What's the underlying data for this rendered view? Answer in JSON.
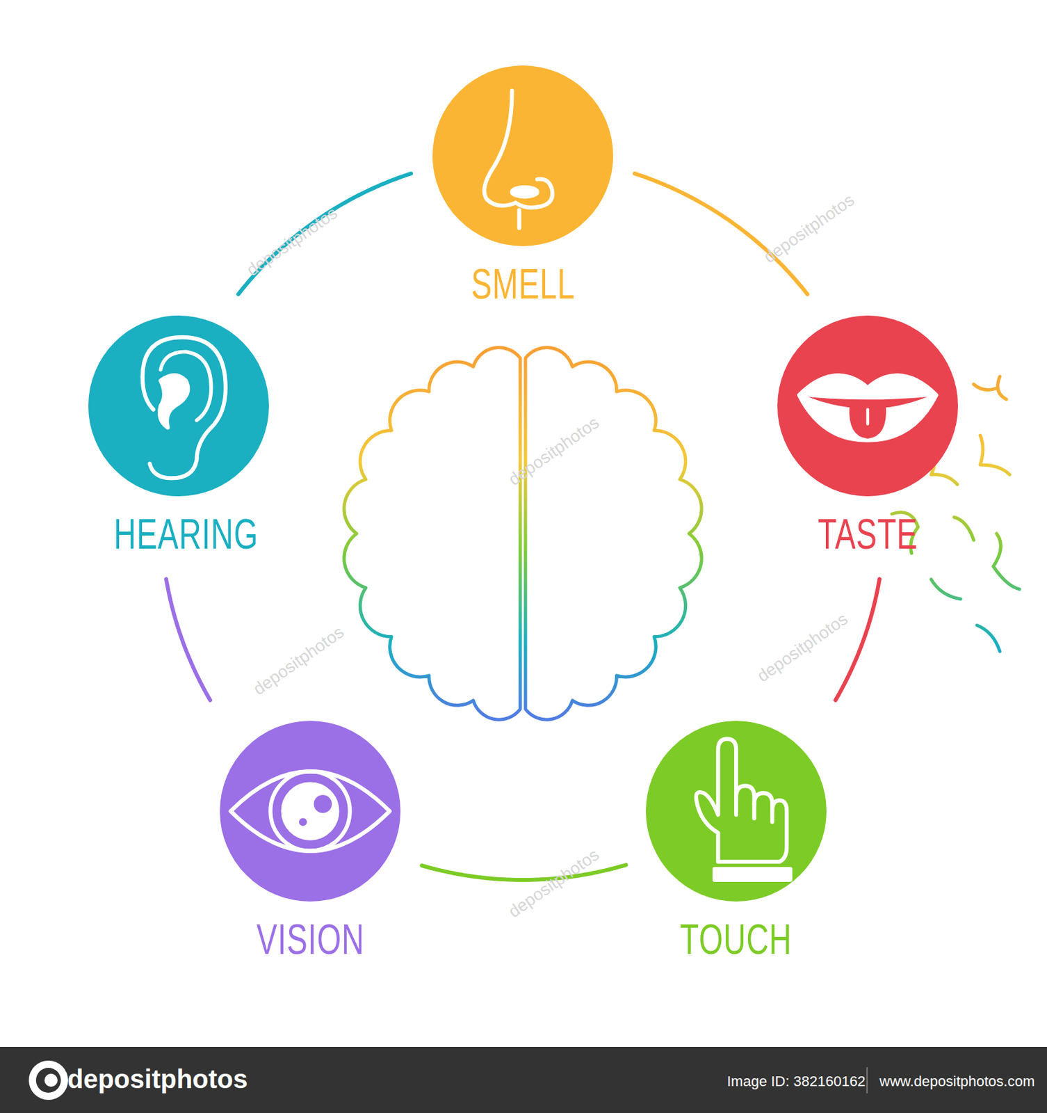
{
  "diagram": {
    "nodes": [
      {
        "text": [
          "SMELL"
        ]
      },
      {
        "text": [
          "HEARING"
        ]
      },
      {
        "text": [
          "TASTE"
        ]
      },
      {
        "text": [
          "VISION"
        ]
      },
      {
        "text": [
          "TOUCH"
        ]
      }
    ],
    "edges": [
      {
        "from": 0,
        "to": 2,
        "arrow": "none"
      },
      {
        "from": 2,
        "to": 4,
        "arrow": "none"
      },
      {
        "from": 4,
        "to": 3,
        "arrow": "none"
      },
      {
        "from": 3,
        "to": 1,
        "arrow": "none"
      },
      {
        "from": 1,
        "to": 0,
        "arrow": "none"
      }
    ],
    "labels": [
      "depositphotos",
      "Image ID: 382160162",
      "www.depositphotos.com",
      "depositphotos",
      "depositphotos",
      "depositphotos",
      "depositphotos",
      "depositphotos",
      "depositphotos"
    ]
  }
}
